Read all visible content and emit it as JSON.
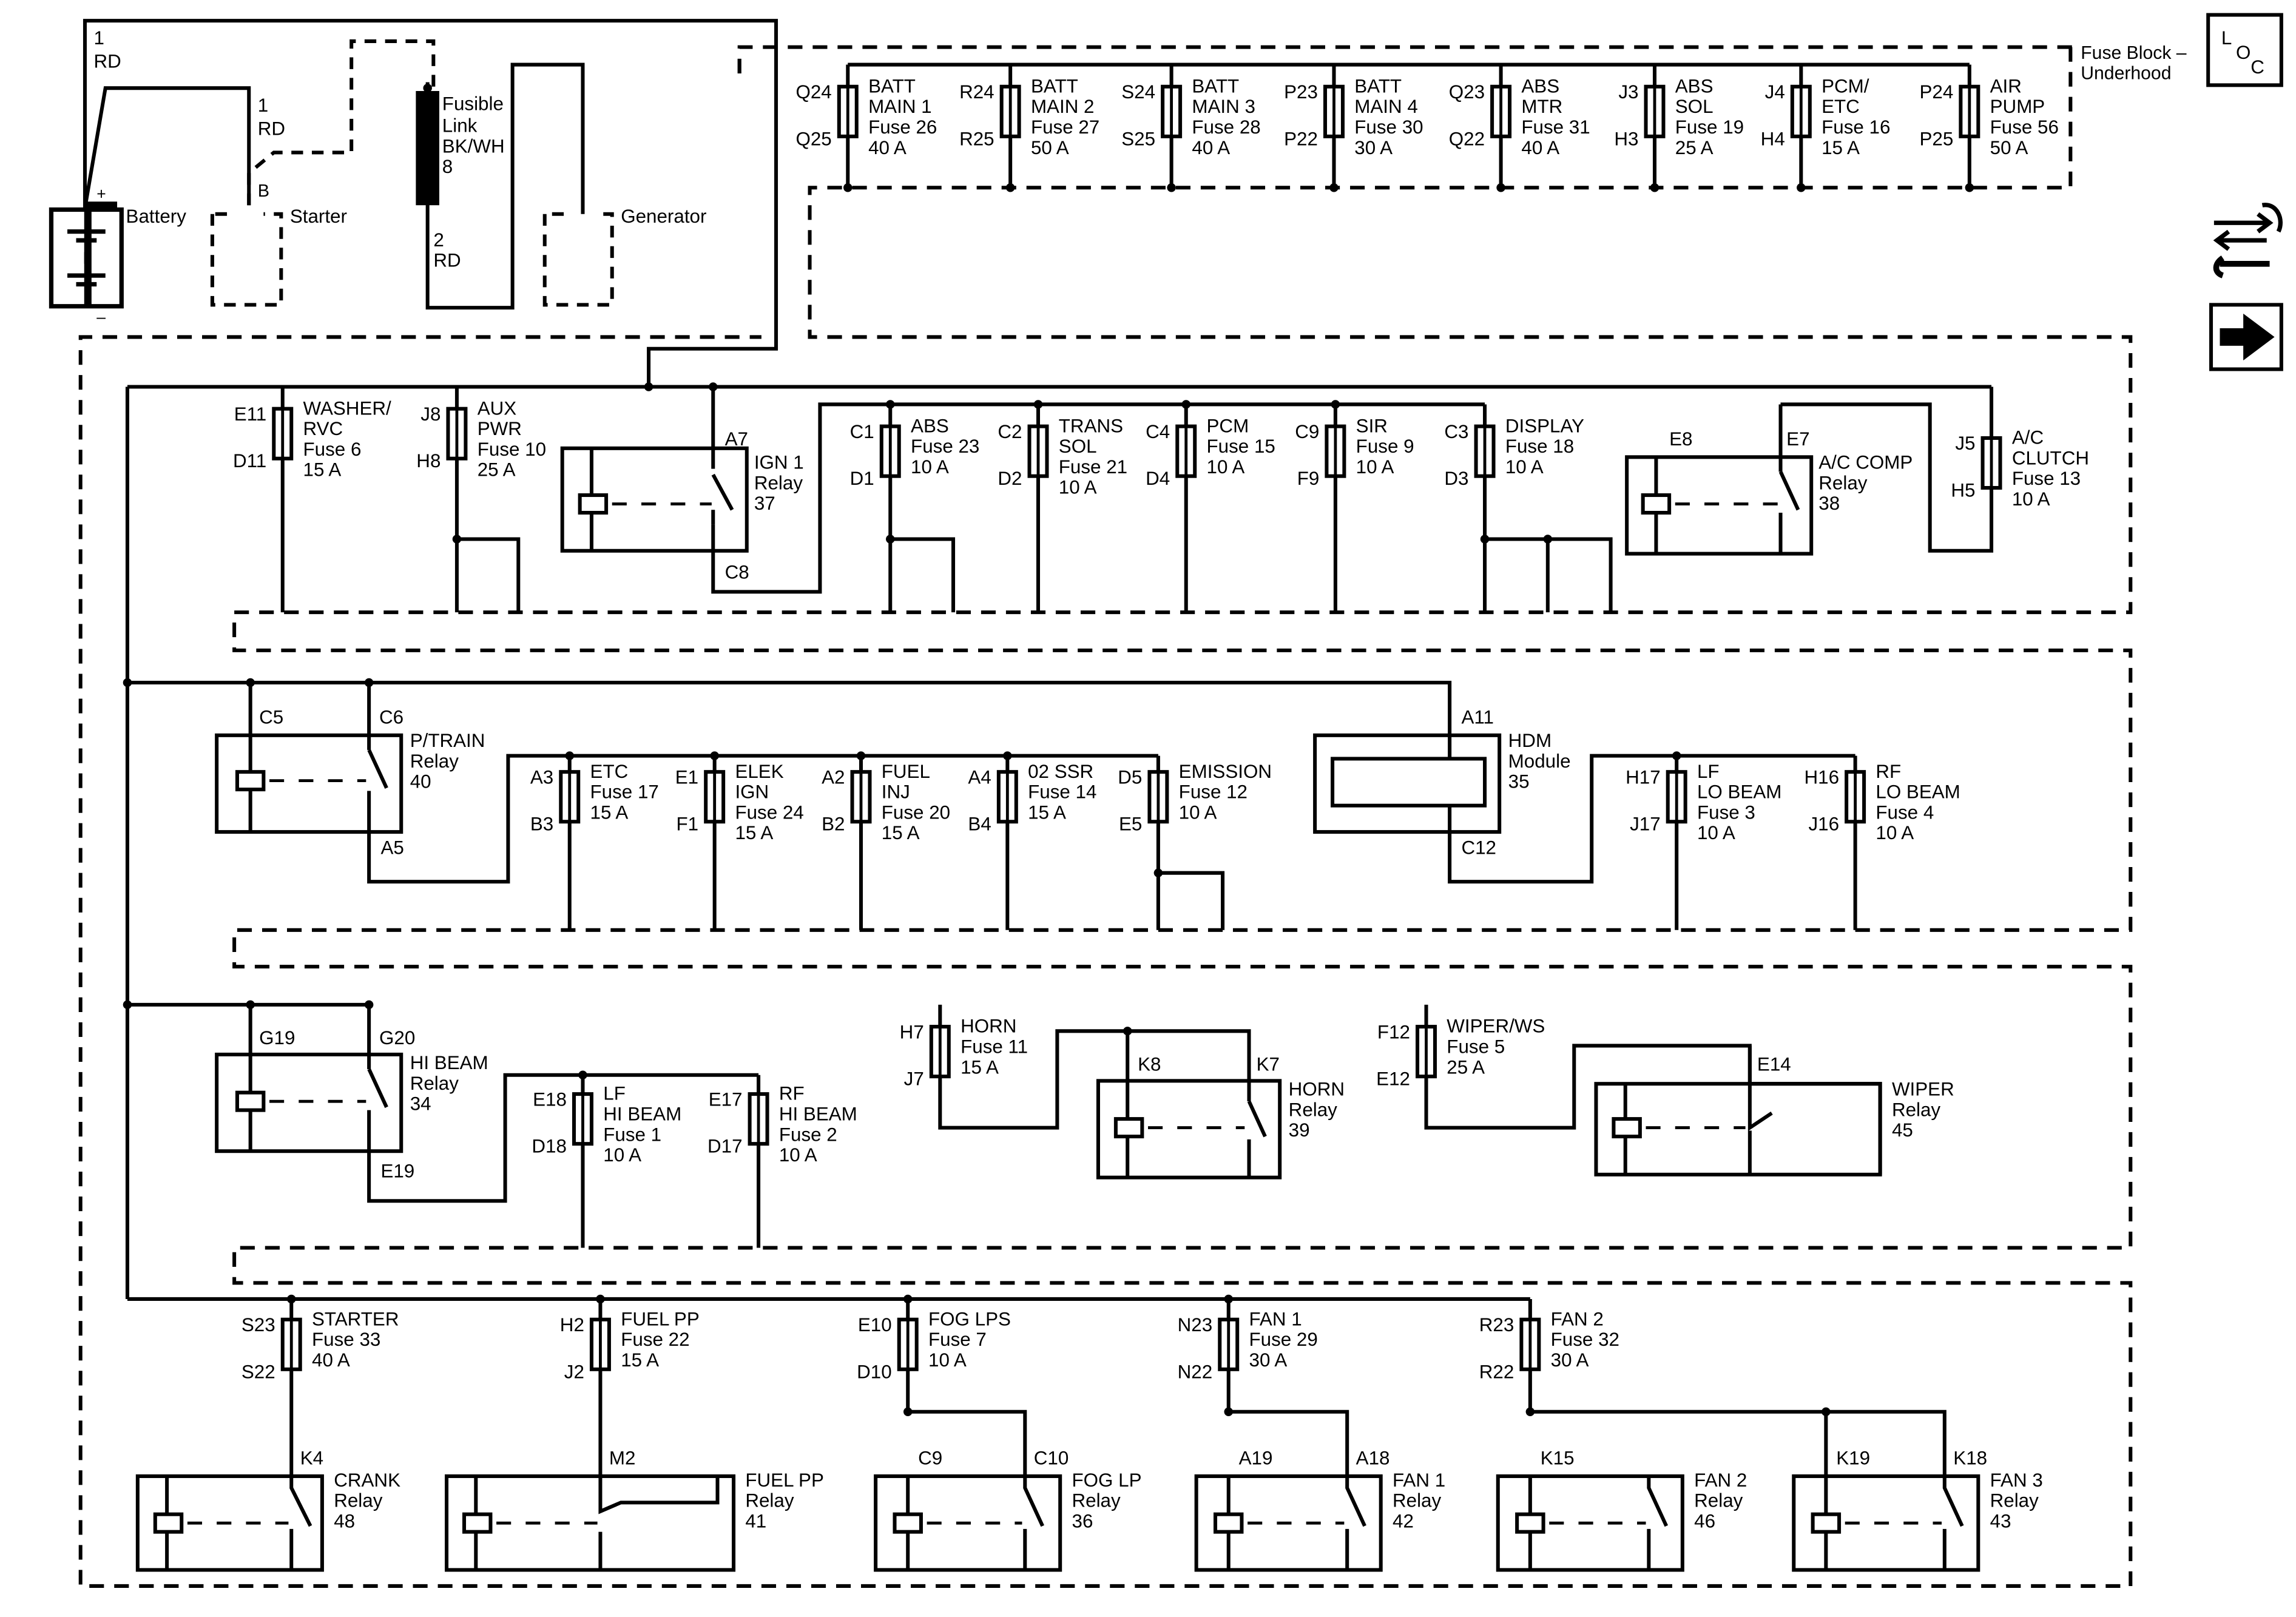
{
  "page": {
    "loc_letters": [
      "L",
      "O",
      "C"
    ],
    "fuse_block_title": "Fuse Block –",
    "fuse_block_sub": "Underhood",
    "icons": [
      "wrench-exchange-icon",
      "next-arrow-icon"
    ]
  },
  "power": {
    "battery_wire_num": "1",
    "battery_wire_color": "RD",
    "starter_wire_num": "1",
    "starter_wire_color": "RD",
    "battery": "Battery",
    "plus": "+",
    "minus": "–",
    "starter": "Starter",
    "starter_term": "B",
    "fusible_1": "Fusible",
    "fusible_2": "Link",
    "fusible_3": "BK/WH",
    "fusible_4": "8",
    "fusible_wire_num": "2",
    "fusible_wire_color": "RD",
    "generator": "Generator"
  },
  "top_fuses": [
    {
      "t": "Q24",
      "b": "Q25",
      "l1": "BATT",
      "l2": "MAIN 1",
      "l3": "Fuse 26",
      "l4": "40 A"
    },
    {
      "t": "R24",
      "b": "R25",
      "l1": "BATT",
      "l2": "MAIN 2",
      "l3": "Fuse 27",
      "l4": "50 A"
    },
    {
      "t": "S24",
      "b": "S25",
      "l1": "BATT",
      "l2": "MAIN 3",
      "l3": "Fuse 28",
      "l4": "40 A"
    },
    {
      "t": "P23",
      "b": "P22",
      "l1": "BATT",
      "l2": "MAIN 4",
      "l3": "Fuse 30",
      "l4": "30 A"
    },
    {
      "t": "Q23",
      "b": "Q22",
      "l1": "ABS",
      "l2": "MTR",
      "l3": "Fuse 31",
      "l4": "40 A"
    },
    {
      "t": "J3",
      "b": "H3",
      "l1": "ABS",
      "l2": "SOL",
      "l3": "Fuse 19",
      "l4": "25 A"
    },
    {
      "t": "J4",
      "b": "H4",
      "l1": "PCM/",
      "l2": "ETC",
      "l3": "Fuse 16",
      "l4": "15 A"
    },
    {
      "t": "P24",
      "b": "P25",
      "l1": "AIR",
      "l2": "PUMP",
      "l3": "Fuse 56",
      "l4": "50 A"
    }
  ],
  "row1": {
    "fuses": [
      {
        "t": "E11",
        "b": "D11",
        "l1": "WASHER/",
        "l2": "RVC",
        "l3": "Fuse 6",
        "l4": "15 A"
      },
      {
        "t": "J8",
        "b": "H8",
        "l1": "AUX",
        "l2": "PWR",
        "l3": "Fuse 10",
        "l4": "25 A"
      },
      {
        "t": "C1",
        "b": "D1",
        "l1": "ABS",
        "l2": "Fuse 23",
        "l3": "10 A",
        "l4": ""
      },
      {
        "t": "C2",
        "b": "D2",
        "l1": "TRANS",
        "l2": "SOL",
        "l3": "Fuse 21",
        "l4": "10 A"
      },
      {
        "t": "C4",
        "b": "D4",
        "l1": "PCM",
        "l2": "Fuse 15",
        "l3": "10 A",
        "l4": ""
      },
      {
        "t": "C9",
        "b": "F9",
        "l1": "SIR",
        "l2": "Fuse 9",
        "l3": "10 A",
        "l4": ""
      },
      {
        "t": "C3",
        "b": "D3",
        "l1": "DISPLAY",
        "l2": "Fuse 18",
        "l3": "10 A",
        "l4": ""
      },
      {
        "t": "J5",
        "b": "H5",
        "l1": "A/C",
        "l2": "CLUTCH",
        "l3": "Fuse 13",
        "l4": "10 A"
      }
    ],
    "ign_relay": {
      "l1": "IGN 1",
      "l2": "Relay",
      "l3": "37",
      "top": "A7",
      "bottom": "C8"
    },
    "ac_relay": {
      "l1": "A/C COMP",
      "l2": "Relay",
      "l3": "38",
      "left": "E8",
      "right": "E7"
    }
  },
  "row2": {
    "fuses": [
      {
        "t": "A3",
        "b": "B3",
        "l1": "ETC",
        "l2": "Fuse 17",
        "l3": "15 A",
        "l4": ""
      },
      {
        "t": "E1",
        "b": "F1",
        "l1": "ELEK",
        "l2": "IGN",
        "l3": "Fuse 24",
        "l4": "15 A"
      },
      {
        "t": "A2",
        "b": "B2",
        "l1": "FUEL",
        "l2": "INJ",
        "l3": "Fuse 20",
        "l4": "15 A"
      },
      {
        "t": "A4",
        "b": "B4",
        "l1": "02 SSR",
        "l2": "Fuse 14",
        "l3": "15 A",
        "l4": ""
      },
      {
        "t": "D5",
        "b": "E5",
        "l1": "EMISSION",
        "l2": "Fuse 12",
        "l3": "10 A",
        "l4": ""
      },
      {
        "t": "H17",
        "b": "J17",
        "l1": "LF",
        "l2": "LO BEAM",
        "l3": "Fuse 3",
        "l4": "10 A"
      },
      {
        "t": "H16",
        "b": "J16",
        "l1": "RF",
        "l2": "LO BEAM",
        "l3": "Fuse 4",
        "l4": "10 A"
      }
    ],
    "ptrain_relay": {
      "l1": "P/TRAIN",
      "l2": "Relay",
      "l3": "40",
      "left": "C5",
      "right": "C6",
      "bottom": "A5"
    },
    "hdm": {
      "l1": "HDM",
      "l2": "Module",
      "l3": "35",
      "top": "A11",
      "bottom": "C12"
    }
  },
  "row3": {
    "fuses": [
      {
        "t": "E18",
        "b": "D18",
        "l1": "LF",
        "l2": "HI BEAM",
        "l3": "Fuse 1",
        "l4": "10 A"
      },
      {
        "t": "E17",
        "b": "D17",
        "l1": "RF",
        "l2": "HI BEAM",
        "l3": "Fuse 2",
        "l4": "10 A"
      },
      {
        "t": "H7",
        "b": "J7",
        "l1": "HORN",
        "l2": "Fuse 11",
        "l3": "15 A",
        "l4": ""
      },
      {
        "t": "F12",
        "b": "E12",
        "l1": "WIPER/WS",
        "l2": "Fuse 5",
        "l3": "25 A",
        "l4": ""
      }
    ],
    "hibeam_relay": {
      "l1": "HI BEAM",
      "l2": "Relay",
      "l3": "34",
      "left": "G19",
      "right": "G20",
      "bottom": "E19"
    },
    "horn_relay": {
      "l1": "HORN",
      "l2": "Relay",
      "l3": "39",
      "left": "K8",
      "right": "K7"
    },
    "wiper_relay": {
      "l1": "WIPER",
      "l2": "Relay",
      "l3": "45",
      "top": "E14"
    }
  },
  "row4": {
    "fuses": [
      {
        "t": "S23",
        "b": "S22",
        "l1": "STARTER",
        "l2": "Fuse 33",
        "l3": "40 A",
        "l4": ""
      },
      {
        "t": "H2",
        "b": "J2",
        "l1": "FUEL PP",
        "l2": "Fuse 22",
        "l3": "15 A",
        "l4": ""
      },
      {
        "t": "E10",
        "b": "D10",
        "l1": "FOG LPS",
        "l2": "Fuse 7",
        "l3": "10 A",
        "l4": ""
      },
      {
        "t": "N23",
        "b": "N22",
        "l1": "FAN 1",
        "l2": "Fuse 29",
        "l3": "30 A",
        "l4": ""
      },
      {
        "t": "R23",
        "b": "R22",
        "l1": "FAN 2",
        "l2": "Fuse 32",
        "l3": "30 A",
        "l4": ""
      }
    ],
    "relays": [
      {
        "l1": "CRANK",
        "l2": "Relay",
        "l3": "48",
        "a": "",
        "b": "K4"
      },
      {
        "l1": "FUEL PP",
        "l2": "Relay",
        "l3": "41",
        "a": "",
        "b": "M2"
      },
      {
        "l1": "FOG LP",
        "l2": "Relay",
        "l3": "36",
        "a": "C9",
        "b": "C10"
      },
      {
        "l1": "FAN 1",
        "l2": "Relay",
        "l3": "42",
        "a": "A19",
        "b": "A18"
      },
      {
        "l1": "FAN 2",
        "l2": "Relay",
        "l3": "46",
        "a": "K15",
        "b": ""
      },
      {
        "l1": "FAN 3",
        "l2": "Relay",
        "l3": "43",
        "a": "K19",
        "b": "K18"
      }
    ]
  }
}
